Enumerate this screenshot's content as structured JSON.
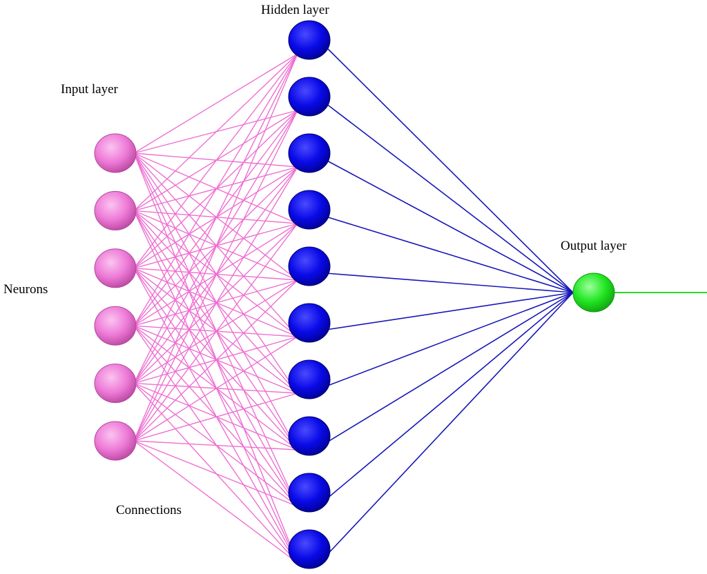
{
  "labels": {
    "hidden_layer": "Hidden layer",
    "input_layer": "Input layer",
    "output_layer": "Output layer",
    "neurons": "Neurons",
    "connections": "Connections"
  },
  "network": {
    "input_count": 6,
    "hidden_count": 10,
    "output_count": 1
  },
  "colors": {
    "input_neuron": "#ee7bd8",
    "hidden_neuron": "#0a0ae8",
    "output_neuron": "#22e622",
    "input_hidden_connection": "#ee6fd2",
    "hidden_output_connection": "#1616b8",
    "output_line": "#22dd22"
  }
}
